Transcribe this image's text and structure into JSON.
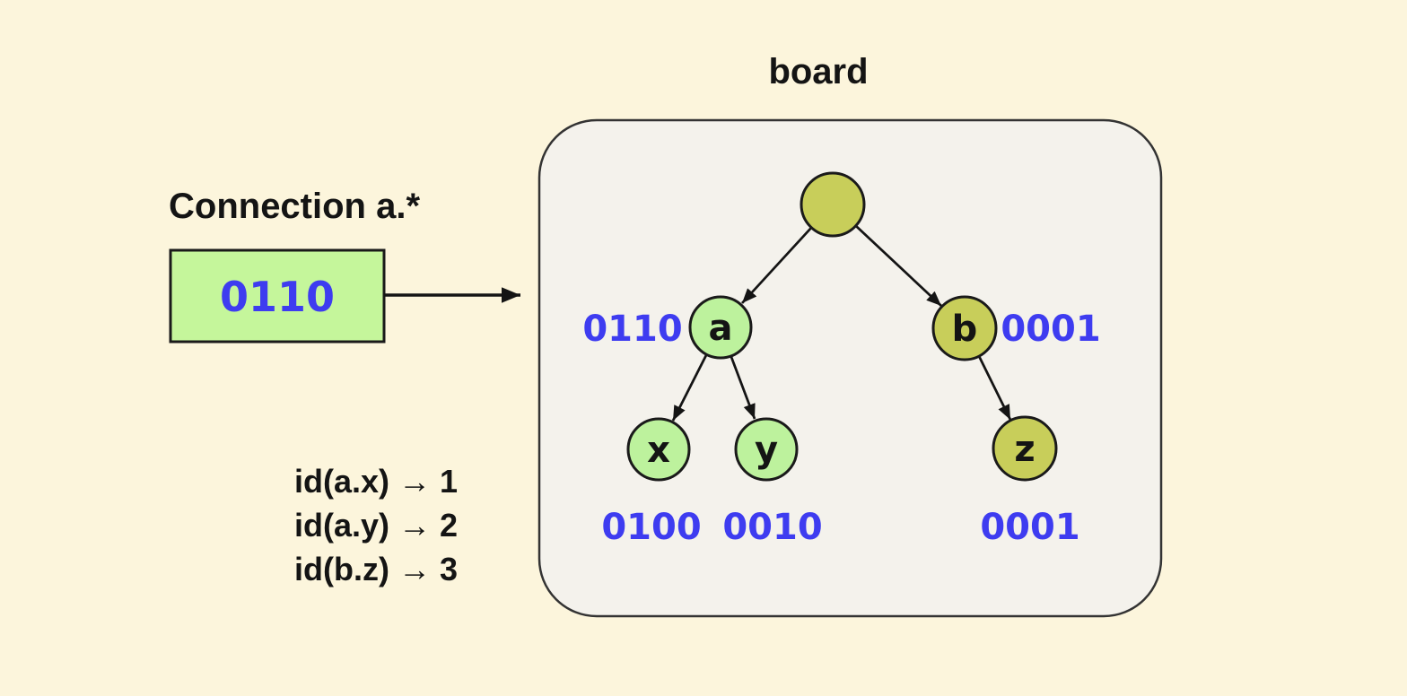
{
  "colors": {
    "background": "#FCF5DC",
    "board_fill": "#F4F2EC",
    "board_stroke": "#333333",
    "node_green": "#BDF29D",
    "node_olive": "#C8CE5A",
    "box_green": "#C5F69B",
    "binary_blue": "#3E3CF0",
    "ink": "#141414"
  },
  "connection": {
    "title": "Connection a.*",
    "value": "0110"
  },
  "board": {
    "title": "board",
    "nodes": {
      "root": {
        "label": ""
      },
      "a": {
        "label": "a",
        "binary": "0110"
      },
      "b": {
        "label": "b",
        "binary": "0001"
      },
      "x": {
        "label": "x",
        "binary": "0100"
      },
      "y": {
        "label": "y",
        "binary": "0010"
      },
      "z": {
        "label": "z",
        "binary": "0001"
      }
    }
  },
  "id_map": {
    "lines": [
      "id(a.x) → 1",
      "id(a.y) → 2",
      "id(b.z) → 3"
    ]
  }
}
